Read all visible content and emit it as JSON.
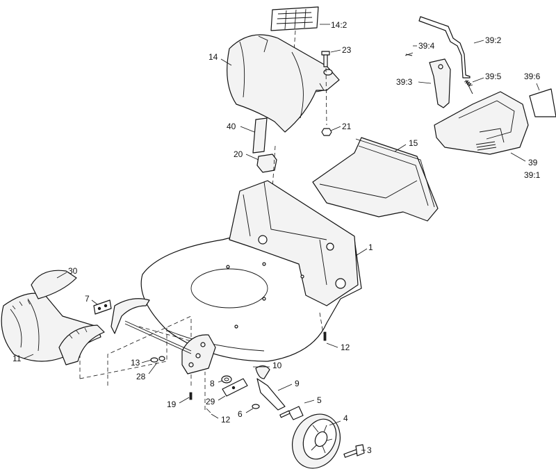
{
  "callouts": {
    "c14_2": "14:2",
    "c14": "14",
    "c23": "23",
    "c40": "40",
    "c21": "21",
    "c20": "20",
    "c15": "15",
    "c39_4": "39:4",
    "c39_2": "39:2",
    "c39_3": "39:3",
    "c39_5": "39:5",
    "c39_6": "39:6",
    "c39": "39",
    "c39_1": "39:1",
    "c1": "1",
    "c30": "30",
    "c7": "7",
    "c11": "11",
    "c12a": "12",
    "c13": "13",
    "c28": "28",
    "c10": "10",
    "c8": "8",
    "c9": "9",
    "c19": "19",
    "c29": "29",
    "c5": "5",
    "c6": "6",
    "c12b": "12",
    "c4": "4",
    "c3": "3"
  }
}
